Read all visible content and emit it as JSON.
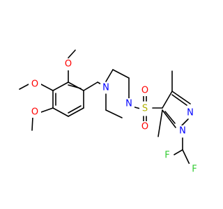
{
  "labels": {
    "o1": "O",
    "o2": "O",
    "o3": "O",
    "n_pip1": "N",
    "n_pip2": "N",
    "s": "S",
    "o_s1": "O",
    "o_s2": "O",
    "n_pyr2": "N",
    "n_pyr1": "N",
    "f1": "F",
    "f2": "F"
  },
  "colors": {
    "carbon": "#000000",
    "oxygen": "#ff0000",
    "nitrogen": "#0000ff",
    "sulfur": "#b2b200",
    "fluorine": "#33cc33"
  }
}
